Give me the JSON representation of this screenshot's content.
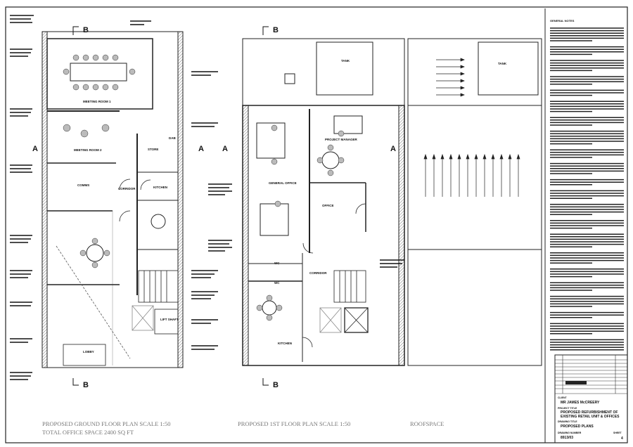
{
  "drawing": {
    "ground_floor": {
      "caption": "PROPOSED GROUND FLOOR PLAN SCALE 1:50",
      "sub_caption": "TOTAL OFFICE SPACE 2400 SQ FT",
      "rooms": [
        "MEETING ROOM 1",
        "MEETING ROOM 2",
        "COMMS",
        "CORRIDOR",
        "STORE",
        "KITCHEN",
        "LIFT SHAFT",
        "LOBBY",
        "DAB"
      ]
    },
    "first_floor": {
      "caption": "PROPOSED 1ST FLOOR PLAN SCALE 1:50",
      "rooms": [
        "PROJECT MANAGER",
        "GENERAL OFFICE",
        "OFFICE",
        "CORRIDOR",
        "WC",
        "WC",
        "KITCHEN",
        "TANK"
      ]
    },
    "roofspace": {
      "caption": "ROOFSPACE",
      "rooms": [
        "TANK"
      ]
    },
    "section_markers": {
      "a": "A",
      "b": "B"
    },
    "notes_heading": "GENERAL NOTES"
  },
  "title_block": {
    "client_label": "CLIENT",
    "client": "MR JAMES McCREERY",
    "project_label": "PROJECT TITLE",
    "project_line1": "PROPOSED REFURBISHMENT OF",
    "project_line2": "EXISTING RETAIL UNIT & OFFICES",
    "drawing_title_label": "DRAWING TITLE",
    "drawing_title": "PROPOSED PLANS",
    "drawing_number_label": "DRAWING NUMBER",
    "drawing_number": "8913/03",
    "sheet_label": "SHEET",
    "sheet": "4"
  }
}
